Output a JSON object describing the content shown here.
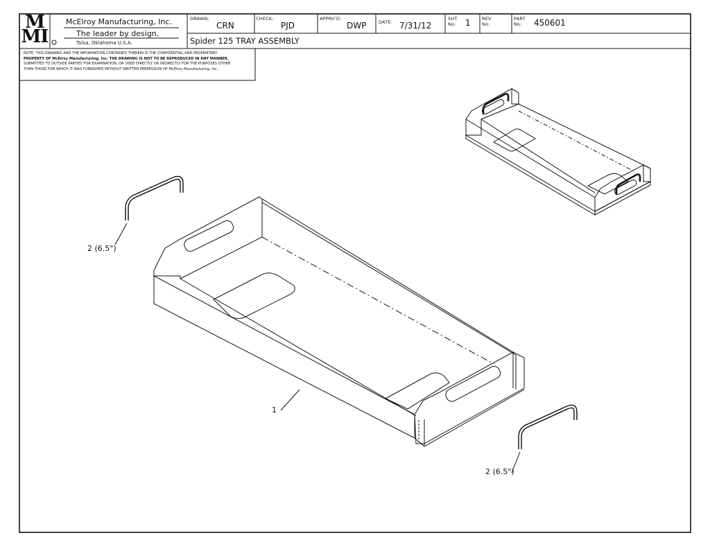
{
  "title_block": {
    "logo_letters": [
      "M",
      "M",
      "I"
    ],
    "company_name": "McElroy Manufacturing, Inc.",
    "tagline": "The leader by design.",
    "location": "Tulsa, Oklahoma U.S.A.",
    "drawn_label": "DRAWN:",
    "drawn_value": "CRN",
    "check_label": "CHECK:",
    "check_value": "PJD",
    "apprvd_label": "APPRV'D:",
    "apprvd_value": "DWP",
    "date_label": "DATE:",
    "date_value": "7/31/12",
    "sht_label_1": "SHT",
    "sht_label_2": "No:",
    "sht_value": "1",
    "rev_label_1": "REV",
    "rev_label_2": "No:",
    "rev_value": "",
    "part_label_1": "PART",
    "part_label_2": "No:",
    "part_value": "450601",
    "drawing_title": "Spider 125 TRAY ASSEMBLY"
  },
  "notice": {
    "line1": "NOTE: THIS DRAWING AND THE INFORMATION CONTAINED THEREIN IS THE CONFIDENTIAL AND PROPRIETARY",
    "line2": "PROPERTY OF McElroy Manufacturing, Inc. THE DRAWING IS NOT TO BE REPRODUCED IN ANY MANNER,",
    "line3": "SUBMITTED TO OUTSIDE PARTIES FOR EXAMINATION, OR USED DIRECTLY OR INDIRECTLY FOR THE PURPOSES OTHER",
    "line4": "THAN THOSE FOR WHICH IT WAS FURNISHED WITHOUT WRITTEN PERMISSION OF McElroy Manufacturing, Inc."
  },
  "callouts": {
    "handle_top": "2 (6.5\")",
    "tray": "1",
    "handle_bottom": "2 (6.5\")"
  },
  "colors": {
    "line": "#111111",
    "background": "#ffffff",
    "handle_fill": "#3a3a3a"
  }
}
